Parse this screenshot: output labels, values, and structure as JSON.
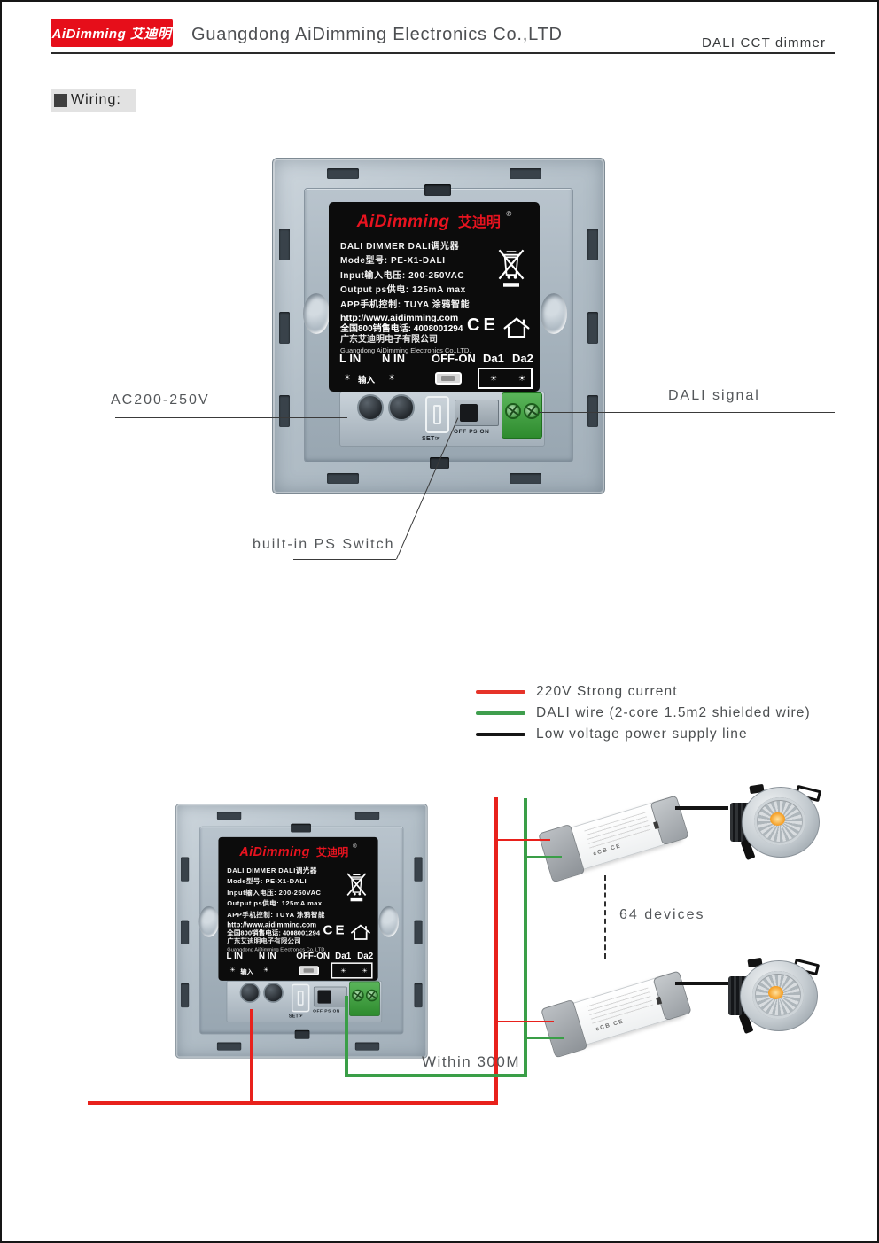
{
  "header": {
    "logo_text": "AiDimming 艾迪明",
    "company": "Guangdong  AiDimming Electronics Co.,LTD",
    "product": "DALI CCT dimmer"
  },
  "section": {
    "bullet": "■",
    "title": "Wiring:"
  },
  "device_label": {
    "brand": "AiDimming",
    "brand_cn": "艾迪明",
    "reg_mark": "®",
    "spec_lines": [
      "DALI DIMMER DALI调光器",
      "Mode型号: PE-X1-DALI",
      "Input输入电压: 200-250VAC",
      "Output ps供电: 125mA max",
      "APP手机控制: TUYA 涂鸦智能"
    ],
    "website": "http://www.aidimming.com",
    "hotline": "全国800销售电话: 4008001294",
    "company_cn": "广东艾迪明电子有限公司",
    "company_en": "Guangdong AiDimming Electronics Co.,LTD.",
    "ce_mark": "CE",
    "terminals": {
      "l_in": "L IN",
      "n_in": "N IN",
      "off_on": "OFF-ON",
      "da1": "Da1",
      "da2": "Da2",
      "input_cn": "输入"
    },
    "strip": {
      "set_label": "SET",
      "ps_label": "OFF PS ON"
    }
  },
  "icons": {
    "lamp": "☀",
    "hand": "☞"
  },
  "annotations": {
    "ac_input": "AC200-250V",
    "dali_signal": "DALI signal",
    "ps_switch": "built-in PS Switch",
    "device_count": "64 devices",
    "distance": "Within 300M"
  },
  "legend": {
    "items": [
      {
        "color": "#e63329",
        "label": "220V Strong current"
      },
      {
        "color": "#3f9e4d",
        "label": "DALI wire (2-core 1.5m2 shielded wire)"
      },
      {
        "color": "#151515",
        "label": "Low voltage power supply line"
      }
    ]
  },
  "wire_colors": {
    "strong": "#e8211c",
    "dali": "#3a9e47",
    "low": "#141414"
  },
  "driver": {
    "cert_marks": "cCB CE"
  }
}
